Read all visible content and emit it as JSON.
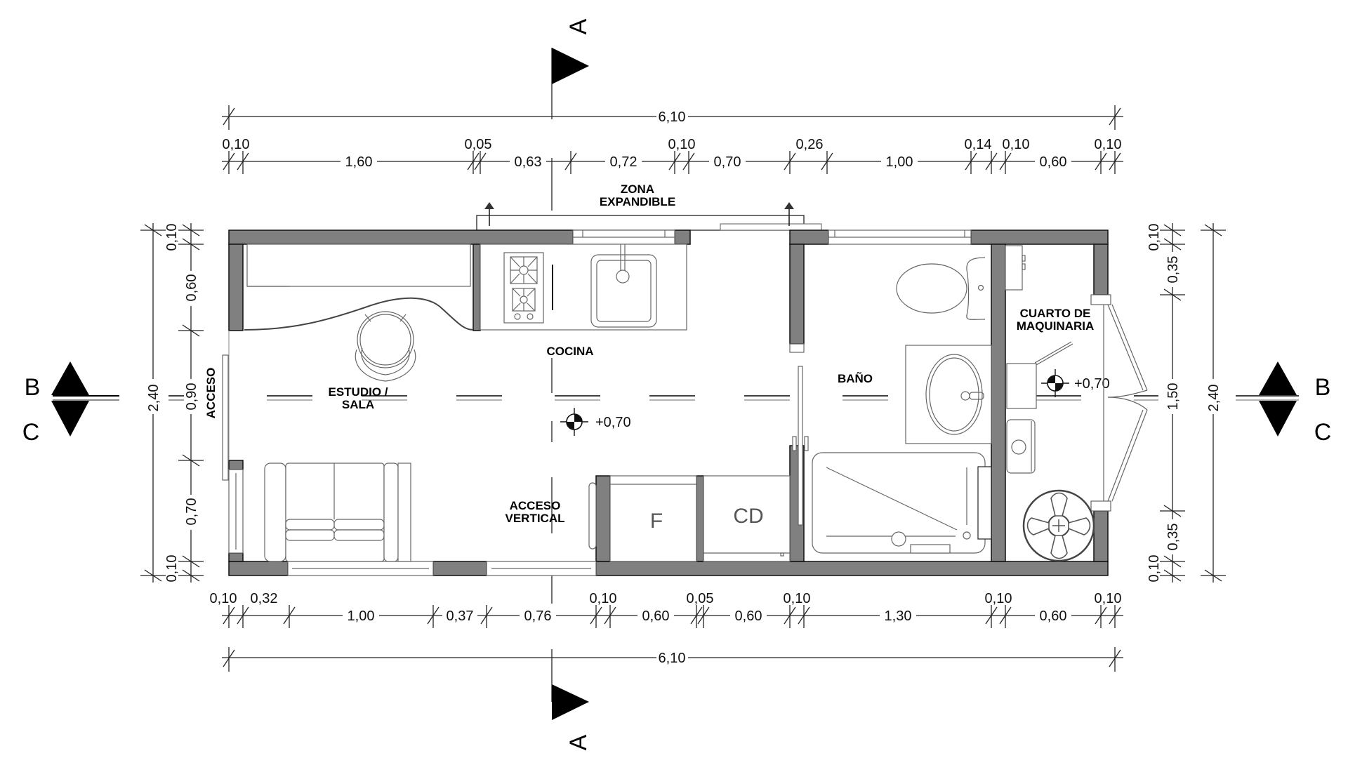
{
  "plan": {
    "section_markers": {
      "A_top": "A",
      "A_bottom": "A",
      "B_left": "B",
      "C_left": "C",
      "B_right": "B",
      "C_right": "C"
    },
    "rooms": {
      "zona_expandible_1": "ZONA",
      "zona_expandible_2": "EXPANDIBLE",
      "estudio_1": "ESTUDIO /",
      "estudio_2": "SALA",
      "cocina": "COCINA",
      "acceso_vertical_1": "ACCESO",
      "acceso_vertical_2": "VERTICAL",
      "bano": "BAÑO",
      "cuarto_1": "CUARTO DE",
      "cuarto_2": "MAQUINARIA",
      "acceso": "ACCESO"
    },
    "appliances": {
      "fridge": "F",
      "cd": "CD"
    },
    "levels": {
      "main": "+0,70",
      "machine_room": "+0,70"
    },
    "dimensions": {
      "top_overall": "6,10",
      "top_chain": [
        "0,10",
        "1,60",
        "0,05",
        "0,63",
        "0,72",
        "0,10",
        "0,70",
        "0,26",
        "1,00",
        "0,14",
        "0,10",
        "0,60",
        "0,10"
      ],
      "bottom_chain": [
        "0,10",
        "0,32",
        "1,00",
        "0,37",
        "0,76",
        "0,10",
        "0,60",
        "0,05",
        "0,60",
        "0,10",
        "1,30",
        "0,10",
        "0,60",
        "0,10"
      ],
      "bottom_overall": "6,10",
      "left_chain": [
        "0,10",
        "0,60",
        "0,90",
        "0,70",
        "0,10"
      ],
      "left_overall": "2,40",
      "right_chain": [
        "0,10",
        "0,35",
        "1,50",
        "0,35",
        "0,10"
      ],
      "right_overall": "2,40"
    }
  }
}
